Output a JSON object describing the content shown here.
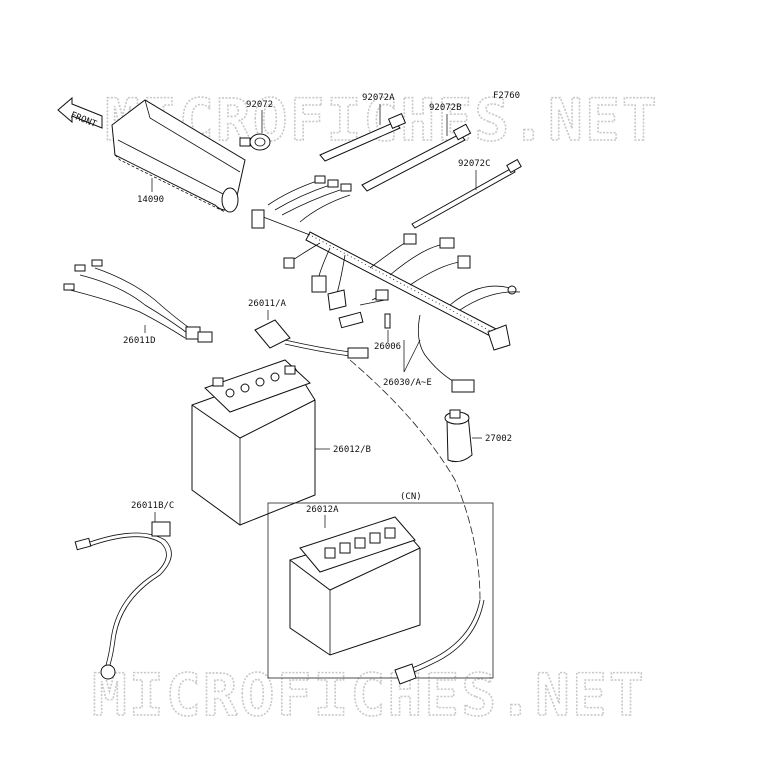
{
  "figure_code": "F2760",
  "front_label": "FRONT",
  "watermark": "MICROFICHES.NET",
  "region_note": "(CN)",
  "parts": [
    {
      "key": "p92072",
      "number": "92072"
    },
    {
      "key": "p92072A",
      "number": "92072A"
    },
    {
      "key": "p92072B",
      "number": "92072B"
    },
    {
      "key": "p92072C",
      "number": "92072C"
    },
    {
      "key": "p14090",
      "number": "14090"
    },
    {
      "key": "p26011D",
      "number": "26011D"
    },
    {
      "key": "p26011A",
      "number": "26011/A"
    },
    {
      "key": "p26006",
      "number": "26006"
    },
    {
      "key": "p26030",
      "number": "26030/A~E"
    },
    {
      "key": "p27002",
      "number": "27002"
    },
    {
      "key": "p26012B",
      "number": "26012/B"
    },
    {
      "key": "p26011BC",
      "number": "26011B/C"
    },
    {
      "key": "p26012A",
      "number": "26012A"
    }
  ]
}
